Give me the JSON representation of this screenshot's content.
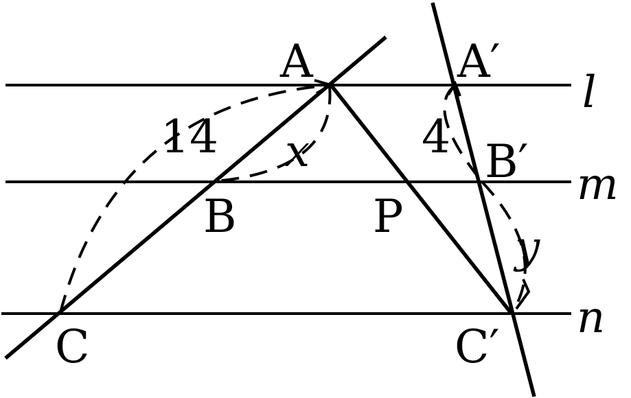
{
  "lines": {
    "l": "l",
    "m": "m",
    "n": "n"
  },
  "points": {
    "A": "A",
    "B": "B",
    "C": "C",
    "P": "P",
    "A_prime": "A′",
    "B_prime": "B′",
    "C_prime": "C′"
  },
  "measures": {
    "AC": "14",
    "AB": "x",
    "A_prime_B_prime": "4",
    "B_prime_C_prime": "y"
  }
}
